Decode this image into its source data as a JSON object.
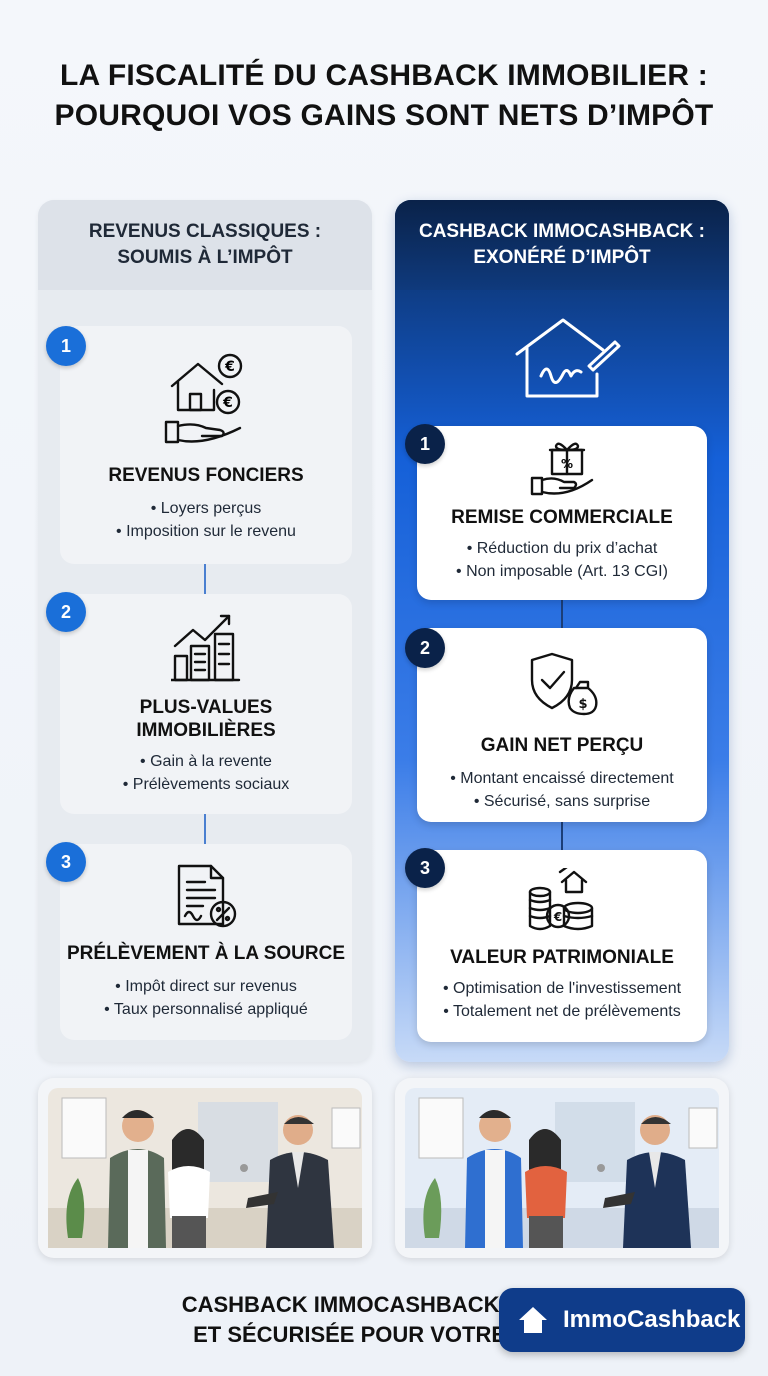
{
  "title": {
    "line1": "LA FISCALITÉ DU CASHBACK IMMOBILIER :",
    "line2": "POURQUOI VOS GAINS SONT NETS D’IMPÔT"
  },
  "left": {
    "header_line1": "REVENUS CLASSIQUES :",
    "header_line2": "SOUMIS À L’IMPÔT",
    "cards": [
      {
        "number": "1",
        "icon": "house-coins-hand-icon",
        "title": "REVENUS FONCIERS",
        "lines": [
          "• Loyers perçus",
          "• Imposition sur le revenu"
        ]
      },
      {
        "number": "2",
        "icon": "building-growth-chart-icon",
        "title_line1": "PLUS-VALUES",
        "title_line2": "IMMOBILIÈRES",
        "lines": [
          "• Gain à la revente",
          "• Prélèvements sociaux"
        ]
      },
      {
        "number": "3",
        "icon": "document-percent-icon",
        "title": "PRÉLÈVEMENT À LA SOURCE",
        "lines": [
          "• Impôt direct sur revenus",
          "• Taux personnalisé appliqué"
        ]
      }
    ]
  },
  "right": {
    "header_line1": "CASHBACK IMMOCASHBACK :",
    "header_line2": "EXONÉRÉ D’IMPÔT",
    "hero_icon": "house-signature-icon",
    "cards": [
      {
        "number": "1",
        "icon": "gift-percent-hand-icon",
        "title": "REMISE COMMERCIALE",
        "lines": [
          "• Réduction du prix d’achat",
          "• Non imposable (Art. 13 CGI)"
        ]
      },
      {
        "number": "2",
        "icon": "shield-check-moneybag-icon",
        "title": "GAIN NET PERÇU",
        "lines": [
          "• Montant encaissé directement",
          "• Sécurisé, sans surprise"
        ]
      },
      {
        "number": "3",
        "icon": "coins-house-icon",
        "title": "VALEUR PATRIMONIALE",
        "lines": [
          "• Optimisation de l'investissement",
          "• Totalement net de prélèvements"
        ]
      }
    ]
  },
  "bottom": {
    "line1": "CASHBACK IMMOCASHBACK : UNE S",
    "line2": "ET SÉCURISÉE POUR VOTRE ACHA"
  },
  "brand": {
    "name": "ImmoCashback",
    "icon": "house-icon"
  },
  "colors": {
    "left_accent": "#1a6fd9",
    "right_dark": "#0a2249",
    "right_blue": "#1560d8"
  }
}
